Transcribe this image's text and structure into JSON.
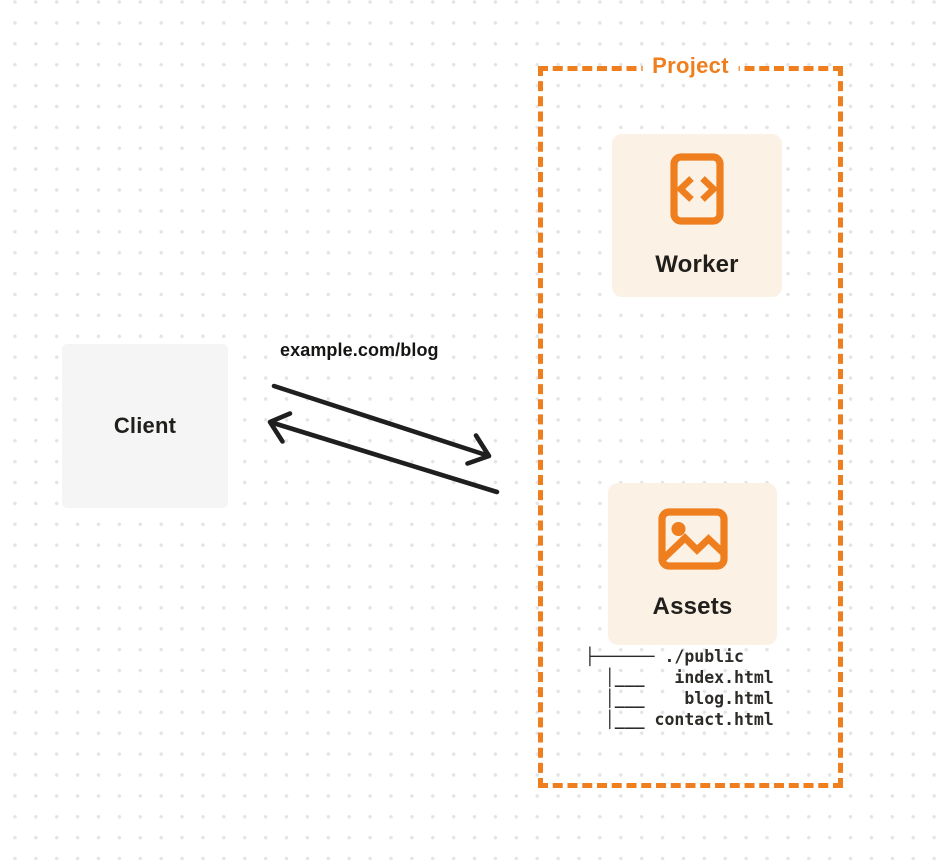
{
  "colors": {
    "accent": "#EF7E1E",
    "card-bg": "#FBF1E4",
    "client-bg": "#F5F5F6",
    "ink": "#211F1C",
    "arrow": "#1F1F1F",
    "dot": "#E4E4E6",
    "tree-ink": "#2D2B27"
  },
  "client": {
    "label": "Client"
  },
  "request": {
    "url": "example.com/blog"
  },
  "project": {
    "label": "Project",
    "worker": {
      "label": "Worker",
      "icon": "code-file-icon"
    },
    "assets": {
      "label": "Assets",
      "icon": "image-icon",
      "file_tree": "├────── ./public\n  │___   index.html\n  │___    blog.html\n  │___ contact.html"
    }
  }
}
